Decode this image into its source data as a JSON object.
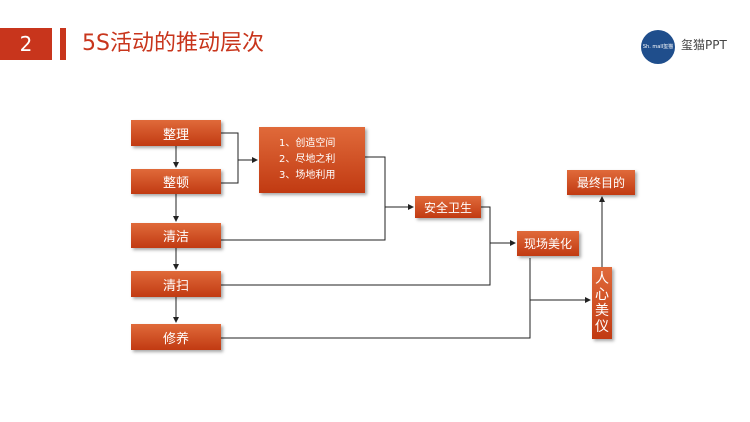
{
  "header": {
    "number": "2",
    "title": "5S活动的推动层次"
  },
  "logo": {
    "badge": "Sh. mall玺猫",
    "text": "玺猫PPT"
  },
  "nodes": {
    "zhengli": "整理",
    "zhengdun": "整顿",
    "qingjie": "清洁",
    "qingsao": "清扫",
    "xiuyang": "修养",
    "list": [
      "1、创造空间",
      "2、尽地之利",
      "3、场地利用"
    ],
    "anquan": "安全卫生",
    "xianchang": "现场美化",
    "zuizhong": "最终目的",
    "renxin": [
      "人",
      "心",
      "美",
      "仪"
    ]
  },
  "colors": {
    "accent": "#c8351c",
    "box_top": "#e06a3a",
    "box_bottom": "#c13a12",
    "logo": "#1f4e8c"
  }
}
